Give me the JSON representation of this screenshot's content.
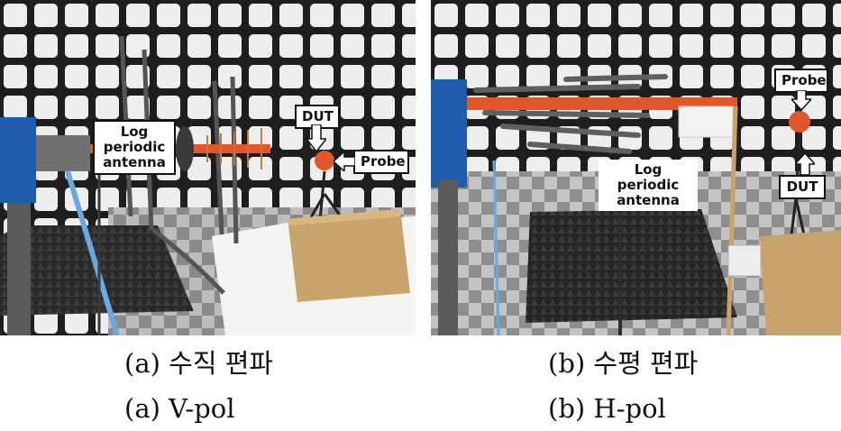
{
  "panel_a": {
    "callouts": {
      "log_periodic": "Log\nperiodic\nantenna",
      "dut": "DUT",
      "probe": "Probe"
    }
  },
  "panel_b": {
    "callouts": {
      "log_periodic": "Log periodic\nantenna",
      "probe": "Probe",
      "dut": "DUT"
    }
  },
  "captions": {
    "a_korean": "(a) 수직 편파",
    "a_english": "(a) V-pol",
    "b_korean": "(b) 수평 편파",
    "b_english": "(b) H-pol"
  },
  "colors": {
    "absorber_panel": "#eeeeee",
    "absorber_grid": "#1e1e1e",
    "mount_blue": "#1f5cae",
    "antenna_orange": "#e2562a",
    "wood_box": "#c9a46a",
    "floor_absorber": "#2a2a2a"
  }
}
